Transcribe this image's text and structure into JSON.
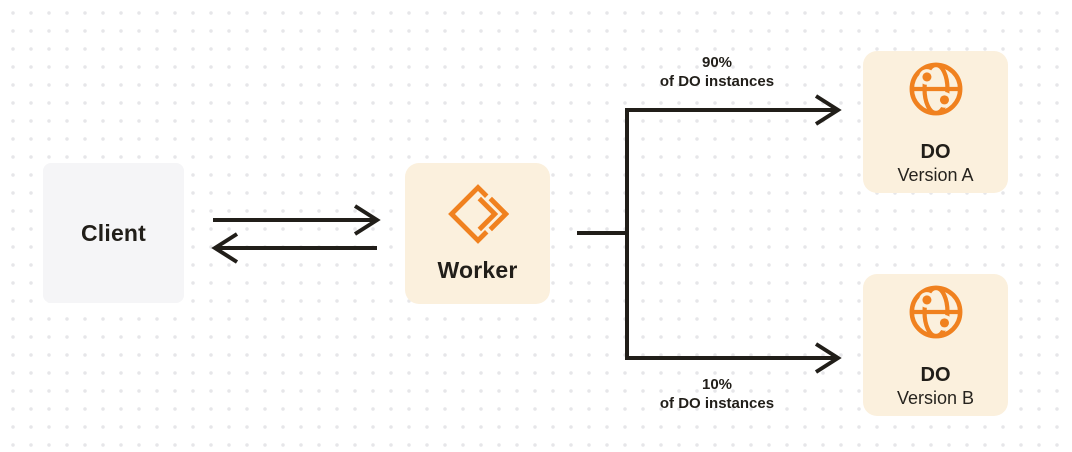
{
  "colors": {
    "accent_orange": "#F0811F",
    "card_cream": "#FBF0DD",
    "card_gray": "#F5F5F7",
    "ink": "#211E19",
    "dot": "#E6E6E9",
    "canvas_bg": "#FFFFFF"
  },
  "nodes": {
    "client": {
      "label": "Client"
    },
    "worker": {
      "label": "Worker",
      "icon": "workers-icon"
    },
    "do_version_a": {
      "title": "DO",
      "subtitle": "Version A",
      "icon": "durable-object-globe-icon"
    },
    "do_version_b": {
      "title": "DO",
      "subtitle": "Version B",
      "icon": "durable-object-globe-icon"
    }
  },
  "edge_labels": {
    "to_version_a": {
      "line1": "90%",
      "line2": "of DO instances"
    },
    "to_version_b": {
      "line1": "10%",
      "line2": "of DO instances"
    }
  }
}
